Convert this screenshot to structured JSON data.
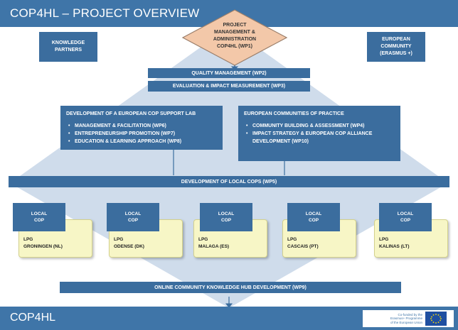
{
  "header": {
    "title": "COP4HL – PROJECT OVERVIEW"
  },
  "top": {
    "center_lines": [
      "PROJECT",
      "MANAGEMENT &",
      "ADMINISTRATION",
      "COP4HL (WP1)"
    ],
    "left_lines": [
      "KNOWLEDGE",
      "PARTNERS"
    ],
    "right_lines": [
      "EUROPEAN",
      "COMMUNITY",
      "(ERASMUS +)"
    ]
  },
  "bands": {
    "quality": "QUALITY MANAGEMENT (WP2)",
    "evaluation": "EVALUATION & IMPACT MEASUREMENT (WP3)",
    "local_cops": "DEVELOPMENT OF LOCAL COPS (WP5)",
    "online_hub": "ONLINE COMMUNITY KNOWLEDGE HUB DEVELOPMENT (WP9)"
  },
  "panels": {
    "left": {
      "title": "DEVELOPMENT OF A EUROPEAN COP SUPPORT LAB",
      "items": [
        "MANAGEMENT & FACILITATION (WP6)",
        "ENTREPRENEURSHIP PROMOTION (WP7)",
        "EDUCATION & LEARNING APPROACH (WP8)"
      ]
    },
    "right": {
      "title": "EUROPEAN COMMUNITIES OF PRACTICE",
      "items": [
        "COMMUNITY BUILDING & ASSESSMENT (WP4)",
        "IMPACT STRATEGY & EUROPEAN COP ALLIANCE DEVELOPMENT (WP10)"
      ]
    }
  },
  "local_cops": [
    {
      "label_lines": [
        "LOCAL",
        "COP"
      ],
      "lpg_lines": [
        "LPG",
        "GRONINGEN (NL)"
      ]
    },
    {
      "label_lines": [
        "LOCAL",
        "COP"
      ],
      "lpg_lines": [
        "LPG",
        "ODENSE (DK)"
      ]
    },
    {
      "label_lines": [
        "LOCAL",
        "COP"
      ],
      "lpg_lines": [
        "LPG",
        "MALAGA (ES)"
      ]
    },
    {
      "label_lines": [
        "LOCAL",
        "COP"
      ],
      "lpg_lines": [
        "LPG",
        "CASCAIS (PT)"
      ]
    },
    {
      "label_lines": [
        "LOCAL",
        "COP"
      ],
      "lpg_lines": [
        "LPG",
        "KALINAS (LT)"
      ]
    }
  ],
  "footer": {
    "title": "COP4HL",
    "eu_lines": [
      "Co-funded by the",
      "Erasmus+ Programme",
      "of the European Union"
    ]
  },
  "colors": {
    "primary_blue": "#3f75a8",
    "box_blue": "#3b6d9e",
    "diamond_fill": "#f3c8a9",
    "diamond_stroke": "#9a7e6a",
    "lpg_fill": "#f7f6c6",
    "background_blue": "#cfdceb",
    "eu_flag": "#1f4fa1",
    "eu_star": "#ffdd00"
  }
}
